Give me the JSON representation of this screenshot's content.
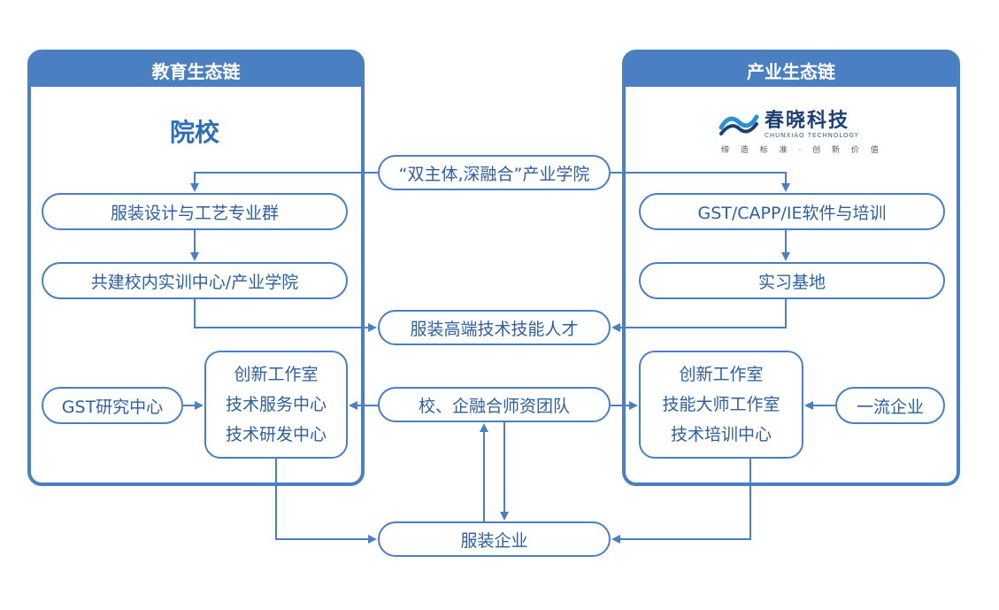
{
  "left_panel": {
    "header": "教育生态链",
    "title": "院校",
    "chain": [
      "服装设计与工艺专业群",
      "共建校内实训中心/产业学院"
    ],
    "research_center": "GST研究中心",
    "studio_lines": [
      "创新工作室",
      "技术服务中心",
      "技术研发中心"
    ]
  },
  "right_panel": {
    "header": "产业生态链",
    "logo": {
      "name_cn": "春晓科技",
      "name_en": "CHUNXIAO TECHNOLOGY",
      "slogan": "缔 造 标 准 · 创 新 价 值"
    },
    "chain": [
      "GST/CAPP/IE软件与培训",
      "实习基地"
    ],
    "enterprise": "一流企业",
    "studio_lines": [
      "创新工作室",
      "技能大师工作室",
      "技术培训中心"
    ]
  },
  "center": {
    "college": "“双主体,深融合”产业学院",
    "talent": "服装高端技术技能人才",
    "team": "校、企融合师资团队",
    "garment_enterprise": "服装企业"
  },
  "colors": {
    "accent": "#4a7fc1",
    "text": "#2e5f9e",
    "title": "#2e6db8",
    "logo_dark": "#1e3f73"
  }
}
